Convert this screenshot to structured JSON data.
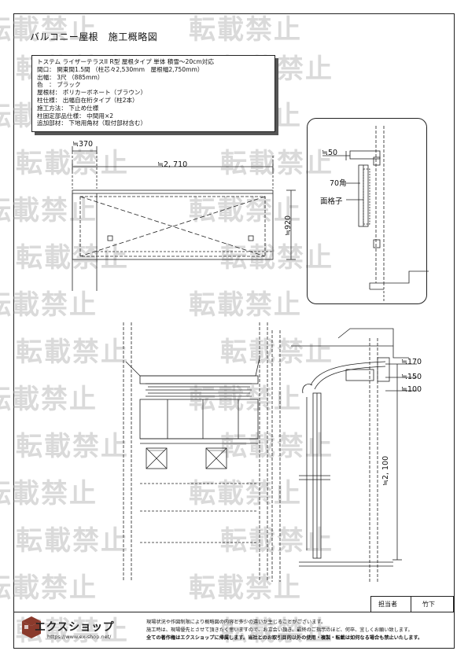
{
  "title": "バルコニー屋根　施工概略図",
  "spec_lines": [
    "トステム ライザーテラスII R型 屋根タイプ 単体 積雪～20cm対応",
    "間口： 関東間1.5間 （柱芯々2,530mm　屋根幅2,750mm）",
    "出幅： 3尺 （885mm）",
    "色　： ブラック",
    "屋根材： ポリカーボネート（ブラウン）",
    "柱仕様： 出幅自在桁タイプ（柱2本）",
    "施工方法： 下止め仕様",
    "柱固定部品仕様： 中間用×2",
    "追加部材： 下地用角材（取付部材含む）"
  ],
  "dims": {
    "d370": "≒370",
    "d2710": "≒2, 710",
    "d920": "≒920",
    "d50": "≒50",
    "d170": "≒170",
    "d150": "≒150",
    "d100": "≒100",
    "d2100": "≒2, 100"
  },
  "labels": {
    "post_70": "70角",
    "lattice": "面格子"
  },
  "watermark": "転載禁止",
  "stamp": {
    "role": "担当者",
    "name": "竹下"
  },
  "logo": {
    "name": "エクスショップ",
    "url": "https://www.ex-shop.net/"
  },
  "notice": [
    "現場状況や作図制限により概略図の内容と多少の違いが生じることがございます。",
    "施工時は、現場優先とさせて頂きたく思いますので、お立会い頂き、最終のご指示のほど、何卒、宜しくお願い致します。",
    "全ての著作権はエクスショップに帰属します。当社とのお取引目的以外の使用・複製・転載は如何なる場合も禁止いたします。"
  ]
}
